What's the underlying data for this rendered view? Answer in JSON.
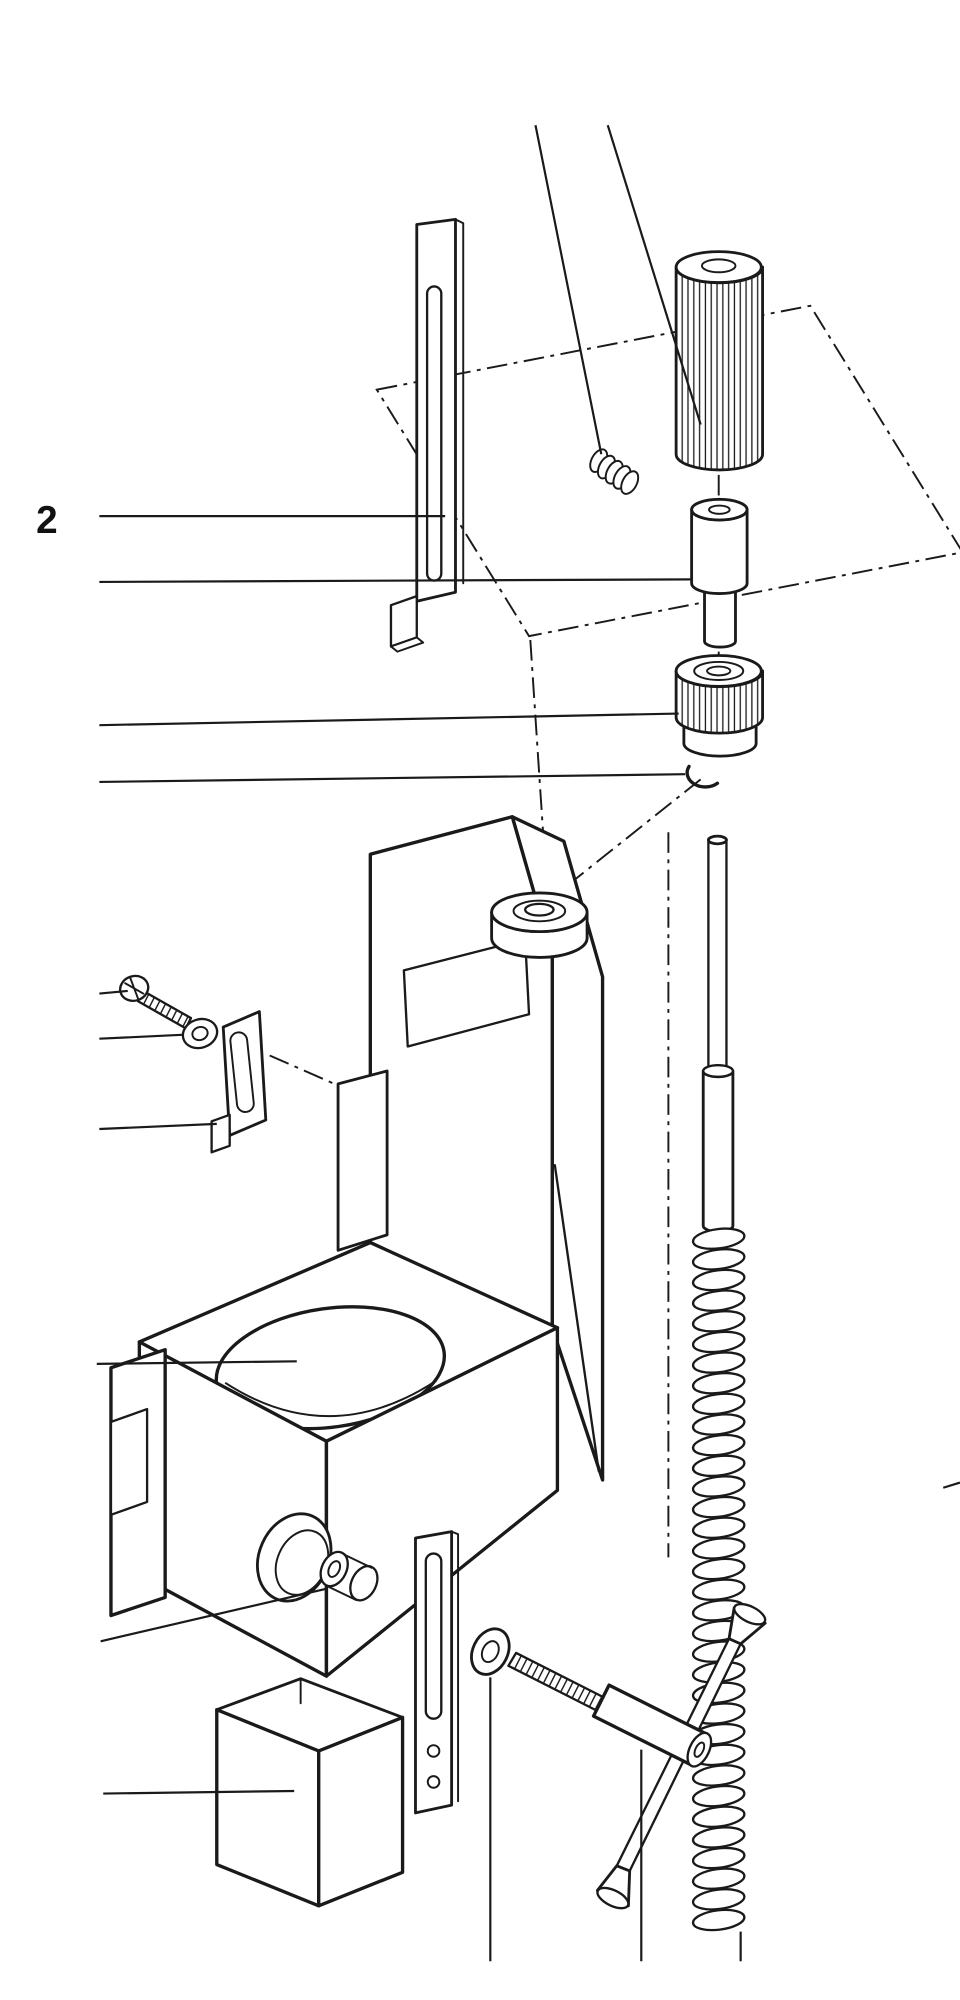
{
  "diagram": {
    "type": "exploded-parts-diagram",
    "background_color": "#ffffff",
    "line_color": "#1a1a1a",
    "callouts": [
      {
        "label": "2",
        "target": "upper-slide-bar"
      }
    ],
    "parts": [
      "upper-slide-bar",
      "knurled-knob",
      "small-coil-spring",
      "spacer-bushing",
      "knurled-lock-nut",
      "retaining-hook",
      "carriage-body",
      "mounting-boss",
      "column-bore",
      "guide-column",
      "return-spring",
      "pan-head-screw",
      "small-washer",
      "slotted-clip",
      "lower-slide-bar",
      "pivot-bushing",
      "flat-washer",
      "t-handle-clamp-screw",
      "sheet-metal-shoe"
    ]
  }
}
